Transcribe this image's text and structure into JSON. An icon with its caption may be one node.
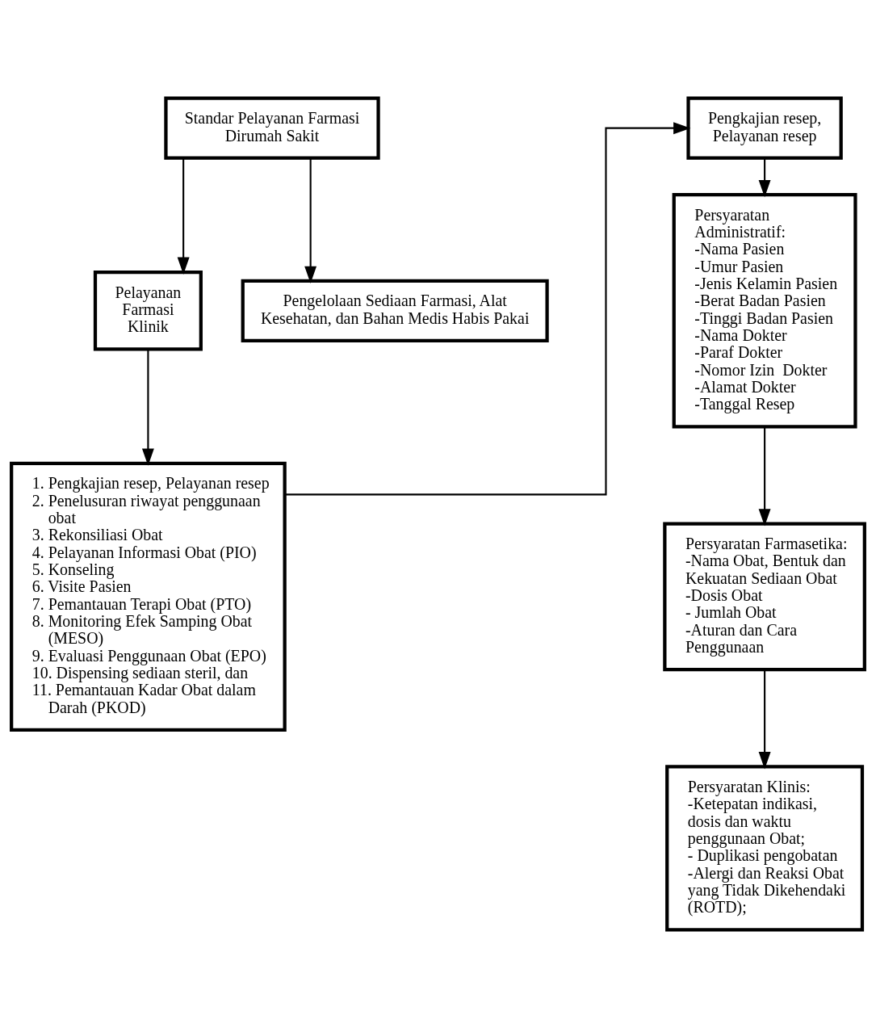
{
  "diagram": {
    "nodes": [
      {
        "text": [
          "Standar Pelayanan Farmasi Dirumah Sakit"
        ]
      },
      {
        "text": [
          "Pelayanan Farmasi Klinik"
        ]
      },
      {
        "text": [
          "Pengelolaan Sediaan Farmasi, Alat Kesehatan, dan Bahan Medis Habis Pakai"
        ]
      },
      {
        "text": [
          "1. Pengkajian resep, Pelayanan resep",
          "2. Penelusuran riwayat penggunaan obat",
          "3. Rekonsiliasi Obat",
          "4. Pelayanan Informasi Obat (PIO)",
          "5. Konseling",
          "6. Visite Pasien",
          "7. Pemantauan Terapi Obat (PTO)",
          "8. Monitoring Efek Samping Obat (MESO)",
          "9. Evaluasi Penggunaan Obat (EPO)",
          "10. Dispensing sediaan steril, dan",
          "11. Pemantauan Kadar Obat dalam Darah (PKOD)"
        ]
      },
      {
        "text": [
          "Pengkajian resep, Pelayanan resep"
        ]
      },
      {
        "text": [
          "Persyaratan Administratif:",
          "-Nama Pasien",
          "-Umur Pasien",
          "-Jenis Kelamin Pasien",
          "-Berat Badan Pasien",
          "-Tinggi Badan Pasien",
          "-Nama Dokter",
          "-Paraf Dokter",
          "-Nomor Izin  Dokter",
          "-Alamat Dokter",
          "-Tanggal Resep"
        ]
      },
      {
        "text": [
          "Persyaratan Farmasetika:",
          "-Nama Obat, Bentuk dan Kekuatan Sediaan Obat",
          "-Dosis Obat",
          "- Jumlah Obat",
          "-Aturan dan Cara Penggunaan"
        ]
      },
      {
        "text": [
          "Persyaratan Klinis:",
          "-Ketepatan indikasi, dosis dan waktu penggunaan Obat;",
          "- Duplikasi pengobatan",
          "-Alergi dan Reaksi Obat yang Tidak Dikehendaki (ROTD);"
        ]
      }
    ],
    "edges": [
      {
        "from": 0,
        "to": 1,
        "arrow": "to"
      },
      {
        "from": 0,
        "to": 2,
        "arrow": "to"
      },
      {
        "from": 1,
        "to": 3,
        "arrow": "to"
      },
      {
        "from": 3,
        "to": 4,
        "arrow": "to"
      },
      {
        "from": 4,
        "to": 5,
        "arrow": "to"
      },
      {
        "from": 5,
        "to": 6,
        "arrow": "to"
      },
      {
        "from": 6,
        "to": 7,
        "arrow": "to"
      }
    ]
  }
}
